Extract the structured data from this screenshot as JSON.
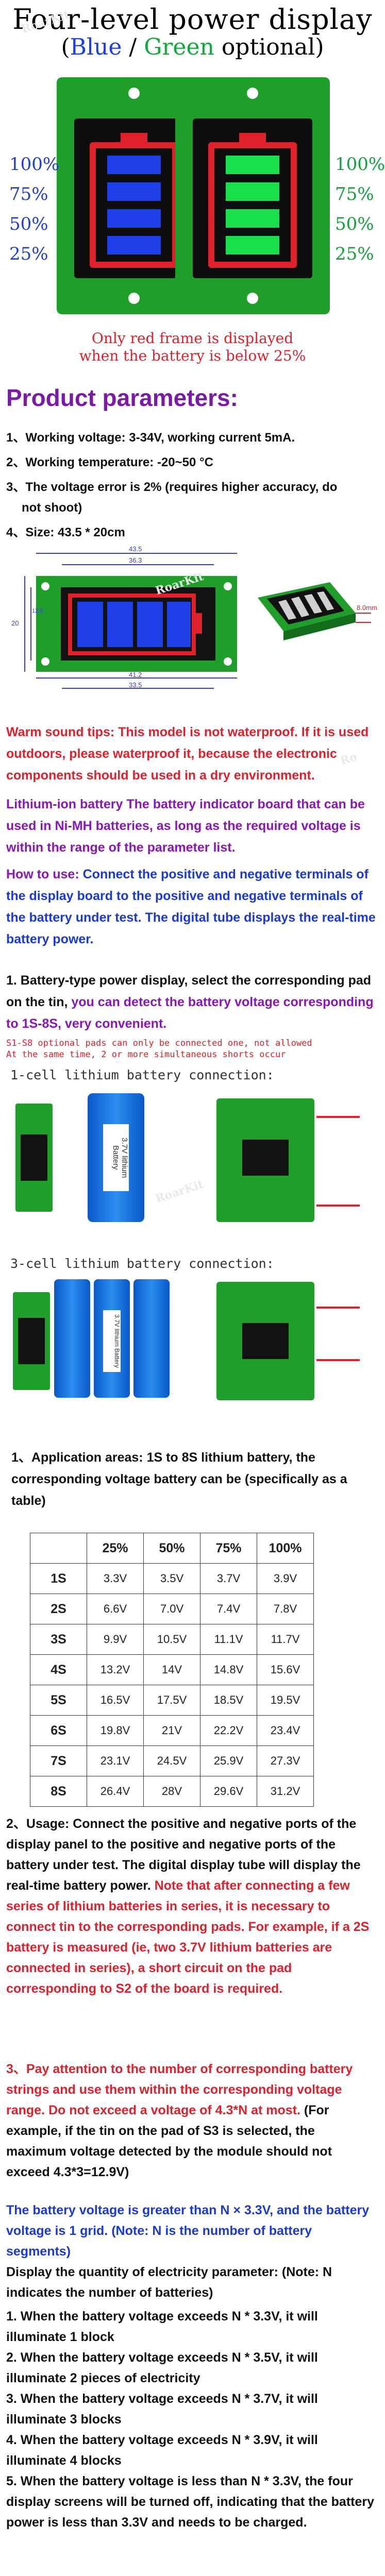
{
  "header": {
    "title": "Four-level power display",
    "subtitle_open": "(",
    "subtitle_blue": "Blue",
    "subtitle_sep": " / ",
    "subtitle_green": "Green",
    "subtitle_rest": " optional)",
    "levels": [
      "100%",
      "75%",
      "50%",
      "25%"
    ],
    "red_frame_note_1": "Only red frame is displayed",
    "red_frame_note_2": "when the battery is below 25%",
    "watermark": "RoarKit"
  },
  "colors": {
    "blue_bar": "#1f3fe8",
    "green_bar": "#19e04a",
    "red_frame": "#e0202a",
    "pcb_green": "#1f9f2a",
    "heading_purple": "#7b1aa6"
  },
  "params": {
    "heading": "Product parameters:",
    "items": [
      "1、Working voltage: 3-34V, working current 5mA.",
      "2、Working temperature: -20~50 °C",
      "3、The voltage error is 2% (requires higher accuracy, do",
      "not shoot)",
      "4、Size: 43.5 * 20cm"
    ]
  },
  "dimensions": {
    "top_outer": "43.5",
    "top_inner": "36.3",
    "bottom_outer": "41.2",
    "bottom_inner": "33.5",
    "left_height": "20",
    "left_inner": "12.5",
    "side_depth": "8.0mm"
  },
  "tips": {
    "warm": "Warm sound tips: This model is not waterproof. If it is used outdoors, please waterproof it, because the electronic components should be used in a dry environment.",
    "lithium_lead": "Lithium-ion battery",
    "lithium_rest": " The battery indicator board that can be used in Ni-MH batteries, as long as the required voltage is within the range of the parameter list.",
    "howto_lead": "How to use:",
    "howto_rest": " Connect the positive and negative terminals of the display board to the positive and negative terminals of the battery under test. The digital tube displays the real-time battery power."
  },
  "section1": {
    "lead": "1. Battery-type power display, select the corresponding pad on the tin,",
    "highlight": " you can detect the battery voltage corresponding to 1S-8S, very convenient.",
    "mono_note_1": "S1-S8 optional pads can only be connected one, not allowed",
    "mono_note_2": "At the same time, 2 or more simultaneous shorts occur",
    "cap_1cell": "1-cell lithium battery connection:",
    "cap_3cell": "3-cell lithium battery connection:",
    "battery_label_1": "3.7V lithium Battery",
    "battery_label_3": "3.7V lithium Battery",
    "applications": "1、Application areas: 1S to 8S lithium battery, the corresponding voltage battery can be (specifically as a table)"
  },
  "table": {
    "headers": [
      "",
      "25%",
      "50%",
      "75%",
      "100%"
    ],
    "rows": [
      [
        "1S",
        "3.3V",
        "3.5V",
        "3.7V",
        "3.9V"
      ],
      [
        "2S",
        "6.6V",
        "7.0V",
        "7.4V",
        "7.8V"
      ],
      [
        "3S",
        "9.9V",
        "10.5V",
        "11.1V",
        "11.7V"
      ],
      [
        "4S",
        "13.2V",
        "14V",
        "14.8V",
        "15.6V"
      ],
      [
        "5S",
        "16.5V",
        "17.5V",
        "18.5V",
        "19.5V"
      ],
      [
        "6S",
        "19.8V",
        "21V",
        "22.2V",
        "23.4V"
      ],
      [
        "7S",
        "23.1V",
        "24.5V",
        "25.9V",
        "27.3V"
      ],
      [
        "8S",
        "26.4V",
        "28V",
        "29.6V",
        "31.2V"
      ]
    ]
  },
  "usage": {
    "p1_black": "2、Usage: Connect the positive and negative ports of the display panel to the positive and negative ports of the battery under test. The digital display tube will display the real-time battery power.",
    "p1_red": " Note that after connecting a few series of lithium batteries in series, it is necessary to connect tin to the corresponding pads.",
    "p1_red2": " For example, if a 2S battery is measured (ie, two 3.7V lithium batteries are connected in series), a short circuit on the pad corresponding to S2 of the board is required.",
    "p2_red": "3、Pay attention to the number of corresponding battery strings and use them within the corresponding voltage range. Do not exceed a voltage of 4.3*N at most.",
    "p2_black": " (For example, if the tin on the pad of S3 is selected, the maximum voltage detected by the module should not exceed 4.3*3=12.9V)",
    "p3_blue": "The battery voltage is greater than N × 3.3V, and the battery voltage is 1 grid. (Note: N is the number of battery segments)",
    "p4": "Display the quantity of electricity parameter: (Note: N indicates the number of batteries)",
    "list": [
      "1. When the battery voltage exceeds N * 3.3V, it will illuminate 1 block",
      "2. When the battery voltage exceeds N * 3.5V, it will illuminate 2 pieces of electricity",
      "3. When the battery voltage exceeds N * 3.7V, it will illuminate 3 blocks",
      "4. When the battery voltage exceeds N * 3.9V, it will illuminate 4 blocks",
      "5. When the battery voltage is less than N * 3.3V, the four display screens will be turned off, indicating that the battery power is less than 3.3V and needs to be charged."
    ]
  }
}
